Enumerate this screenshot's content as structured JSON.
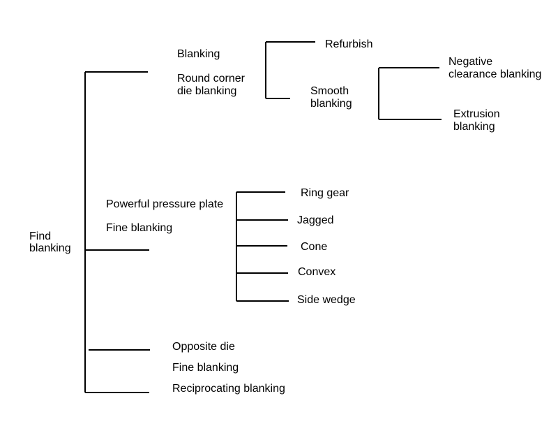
{
  "root": {
    "line1": "Find",
    "line2": "blanking"
  },
  "group1": {
    "label_a": "Blanking",
    "label_b_line1": "Round corner",
    "label_b_line2": "die blanking",
    "refurbish": "Refurbish",
    "smooth_line1": "Smooth",
    "smooth_line2": "blanking",
    "negative_line1": "Negative",
    "negative_line2": "clearance blanking",
    "extrusion_line1": "Extrusion",
    "extrusion_line2": "blanking"
  },
  "group2": {
    "label_a": "Powerful pressure plate",
    "label_b": "Fine blanking",
    "items": [
      "Ring gear",
      "Jagged",
      "Cone",
      "Convex",
      "Side wedge"
    ]
  },
  "group3": {
    "opposite_die": "Opposite die",
    "fine_blanking": "Fine blanking",
    "reciprocating": "Reciprocating blanking"
  },
  "style": {
    "line_color": "#000000",
    "text_color": "#000000",
    "background": "#ffffff"
  }
}
